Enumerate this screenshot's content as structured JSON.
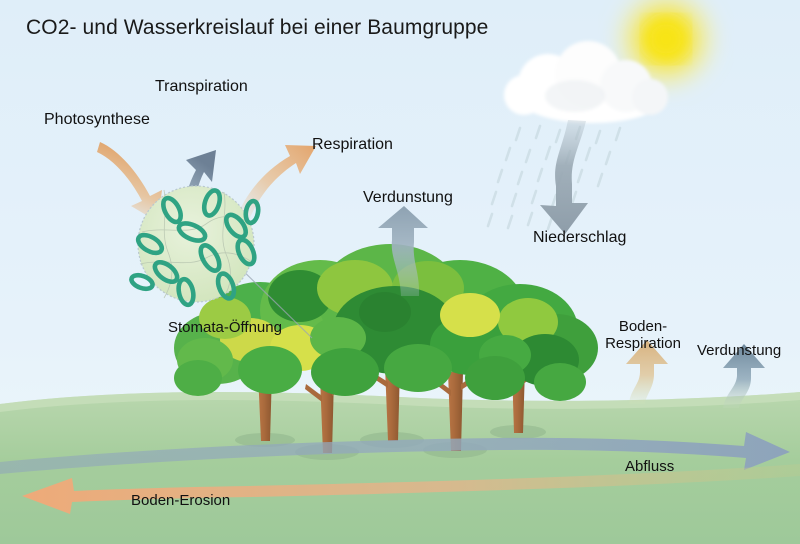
{
  "title": "CO2- und Wasserkreislauf bei einer Baumgruppe",
  "labels": {
    "photosynthese": "Photosynthese",
    "transpiration": "Transpiration",
    "respiration": "Respiration",
    "verdunstung_canopy": "Verdunstung",
    "niederschlag": "Niederschlag",
    "stomata": "Stomata-Öffnung",
    "boden_respiration": "Boden-Respiration",
    "verdunstung_right": "Verdunstung",
    "abfluss": "Abfluss",
    "boden_erosion": "Boden-Erosion"
  },
  "colors": {
    "sky": "#e4f0f8",
    "ground": "#9cc79a",
    "ground_light": "#c3dcb9",
    "sun": "#f5e017",
    "cloud": "#ffffff",
    "arrow_tan": "#e6b483",
    "arrow_slate": "#8fa3b4",
    "arrow_gray": "#9aa8b3",
    "trunk": "#a96a3c",
    "leaf_dark": "#2e8b34",
    "leaf_mid": "#4cb04a",
    "leaf_light": "#8ec63f",
    "leaf_pale": "#d6e04a",
    "stomata_fill": "#dcecc9",
    "stomata_ring": "#2fa383",
    "text": "#111111"
  },
  "icons": {
    "sun": "sun-icon",
    "cloud": "cloud-icon",
    "rain": "rain-icon",
    "tree": "tree-icon",
    "magnifier": "magnifier-circle-icon"
  }
}
